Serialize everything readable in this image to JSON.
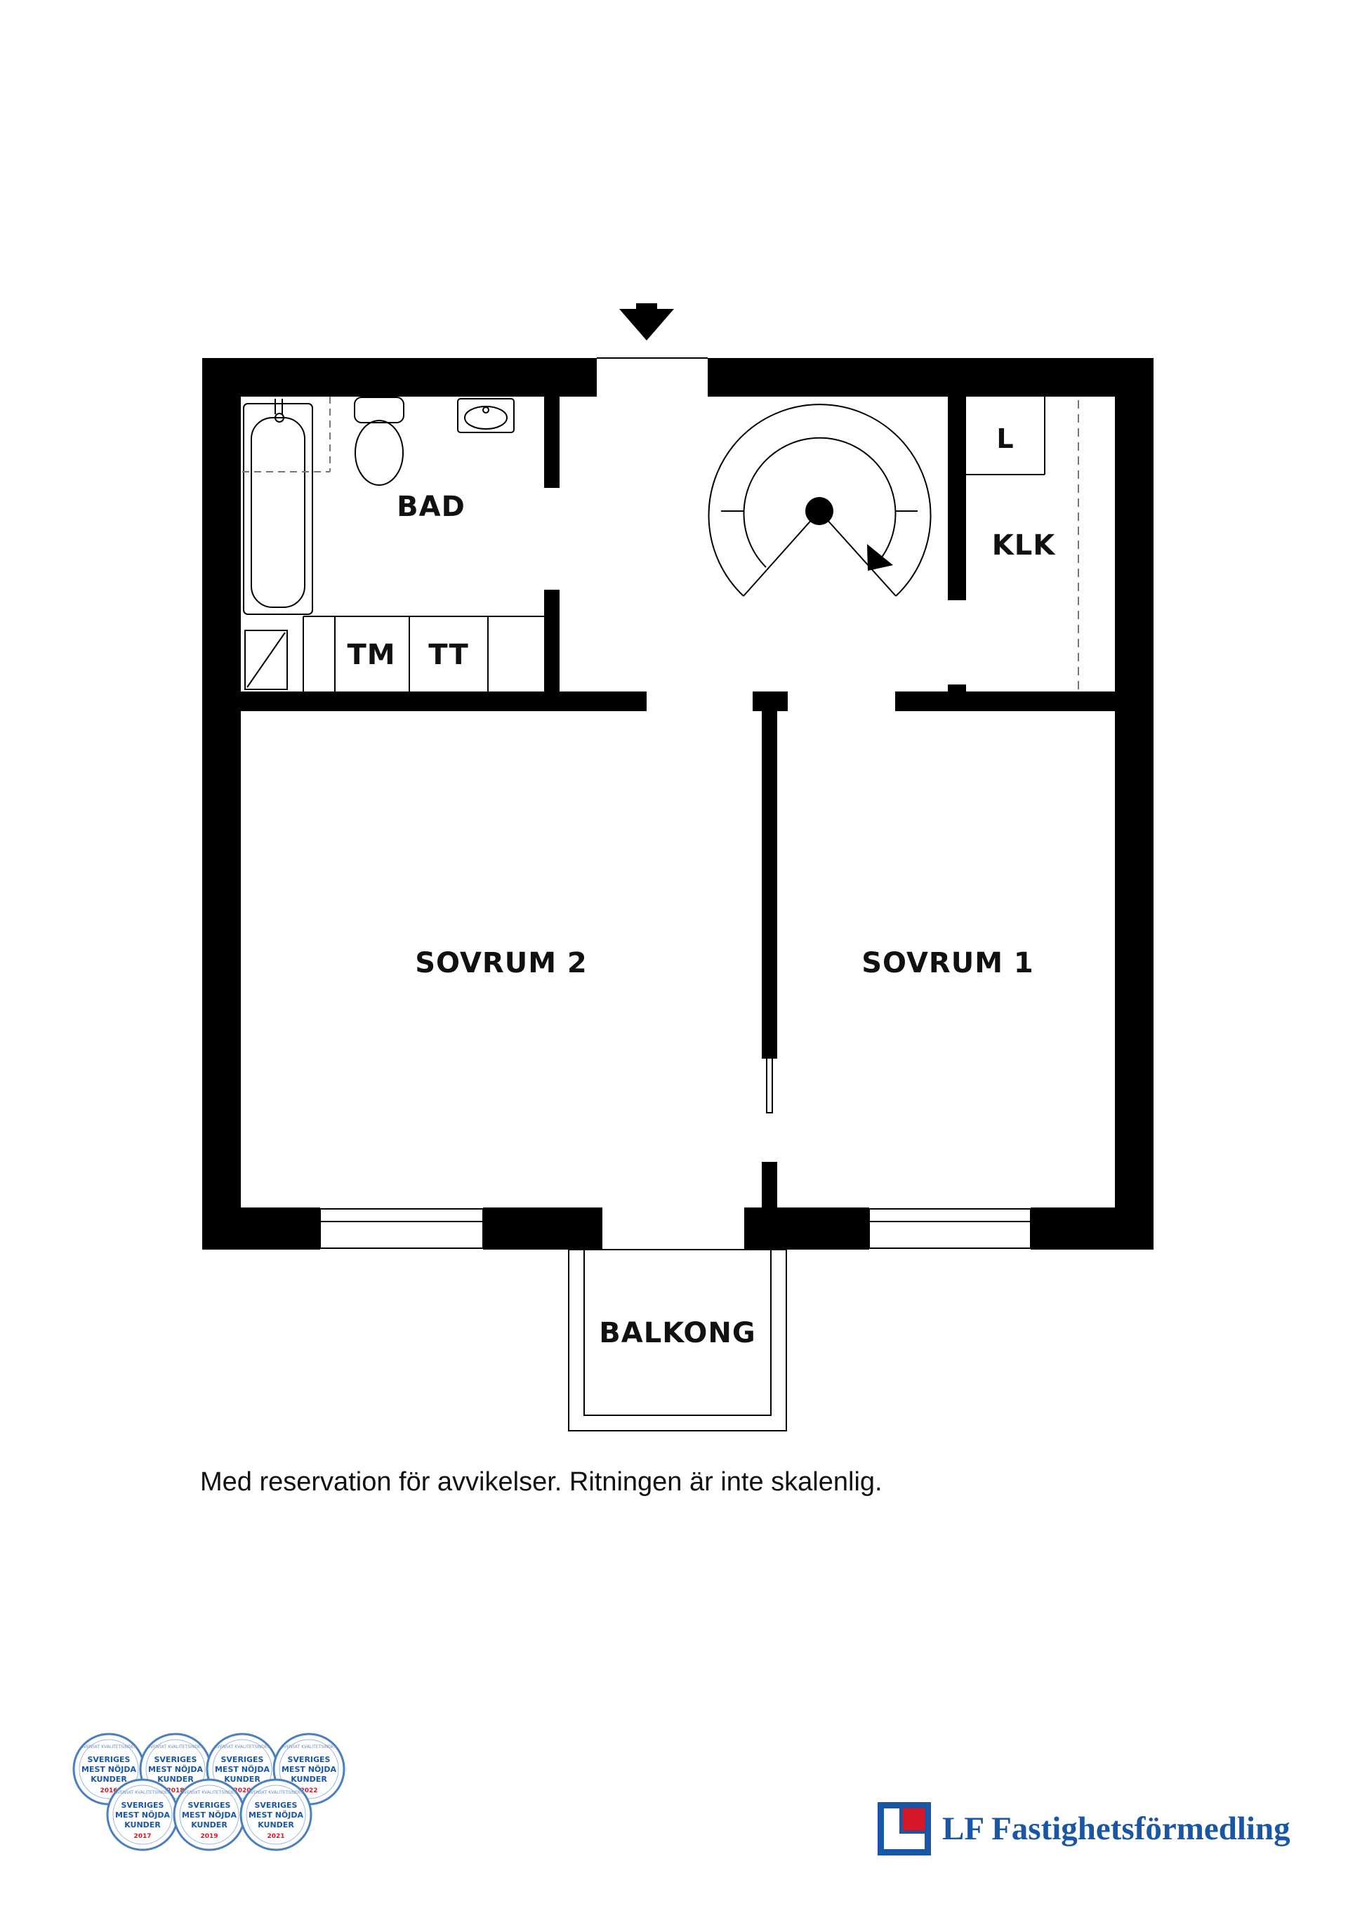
{
  "floorplan": {
    "rooms": {
      "bad": "BAD",
      "tm": "TM",
      "tt": "TT",
      "l": "L",
      "klk": "KLK",
      "sovrum2": "SOVRUM 2",
      "sovrum1": "SOVRUM 1",
      "balkong": "BALKONG"
    }
  },
  "footer": {
    "disclaimer": "Med reservation för avvikelser. Ritningen är inte skalenlig."
  },
  "badges": {
    "top": "SVENSKT KVALITETSINDEX",
    "line1": "SVERIGES",
    "line2": "MEST NÖJDA",
    "line3": "KUNDER",
    "years": [
      "2016",
      "2018",
      "2020",
      "2022",
      "2017",
      "2019",
      "2021"
    ]
  },
  "brand": {
    "name": "LF Fastighetsförmedling",
    "colors": {
      "blue": "#1a56a6",
      "red": "#d6182b"
    }
  }
}
